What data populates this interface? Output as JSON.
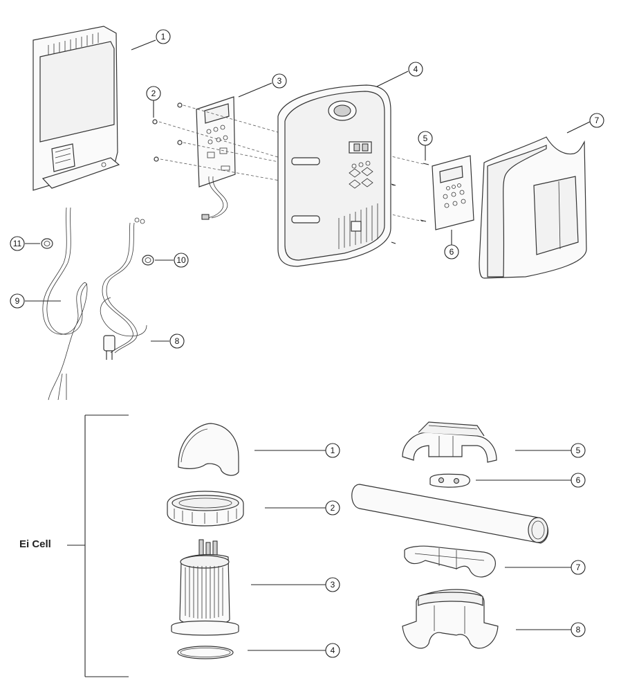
{
  "control_unit_callouts": [
    "1",
    "2",
    "3",
    "4",
    "5",
    "6",
    "7",
    "8",
    "9",
    "10",
    "11"
  ],
  "cell_section": {
    "label": "Ei Cell",
    "callouts": [
      "1",
      "2",
      "3",
      "4",
      "5",
      "6",
      "7",
      "8"
    ]
  }
}
